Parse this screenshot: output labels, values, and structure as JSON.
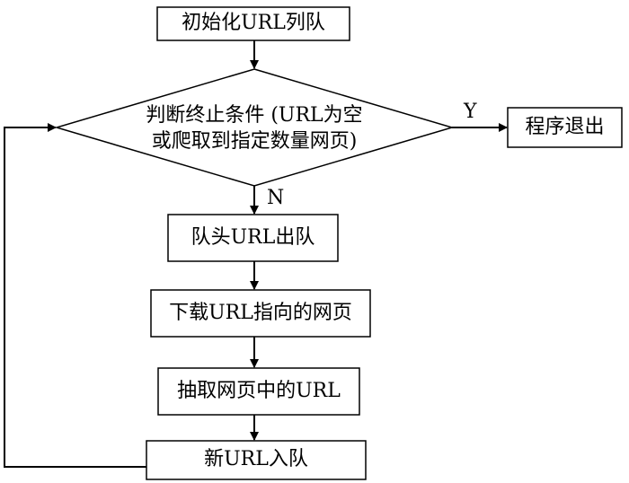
{
  "flowchart": {
    "start": "初始化URL列队",
    "decision_line1": "判断终止条件 (URL为空",
    "decision_line2": "或爬取到指定数量网页)",
    "yes_label": "Y",
    "no_label": "N",
    "exit": "程序退出",
    "dequeue": "队头URL出队",
    "download": "下载URL指向的网页",
    "extract": "抽取网页中的URL",
    "enqueue": "新URL入队"
  }
}
